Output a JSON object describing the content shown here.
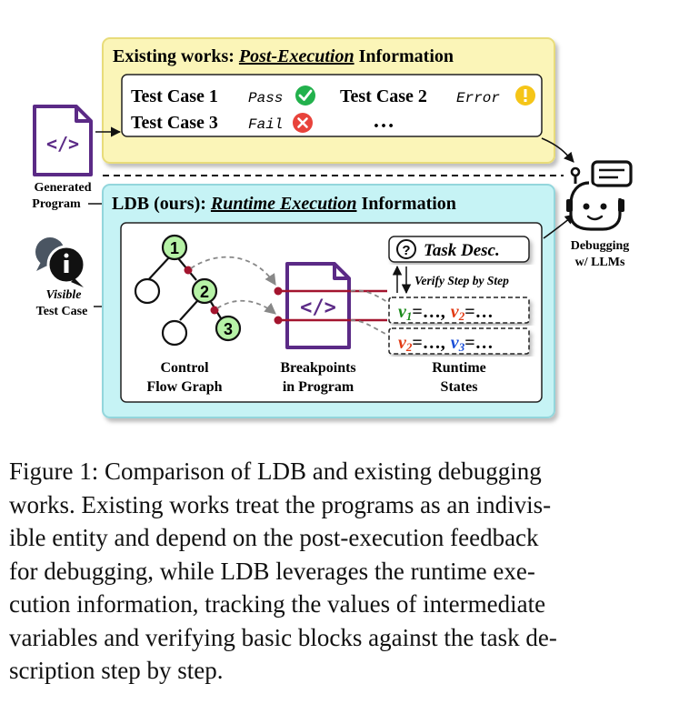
{
  "existing": {
    "title_prefix": "Existing works: ",
    "title_emph": "Post-Execution",
    "title_suffix": " Information",
    "cases": [
      {
        "label": "Test Case 1",
        "status": "Pass"
      },
      {
        "label": "Test Case 2",
        "status": "Error"
      },
      {
        "label": "Test Case 3",
        "status": "Fail"
      }
    ],
    "more": "…"
  },
  "ldb": {
    "title_prefix": "LDB (ours): ",
    "title_emph": "Runtime Execution",
    "title_suffix": " Information",
    "nodes": [
      "1",
      "2",
      "3"
    ],
    "cfg_label": [
      "Control",
      "Flow Graph"
    ],
    "breakpoints_label": [
      "Breakpoints",
      "in Program"
    ],
    "states_label": [
      "Runtime",
      "States"
    ],
    "task_desc": "Task Desc.",
    "verify": "Verify Step by Step",
    "state_rows": [
      {
        "a_name": "v",
        "a_sub": "1",
        "a_color": "#1a8a1a",
        "b_name": "v",
        "b_sub": "2",
        "b_color": "#e23a14"
      },
      {
        "a_name": "v",
        "a_sub": "2",
        "a_color": "#e23a14",
        "b_name": "v",
        "b_sub": "3",
        "b_color": "#1b4fd8"
      }
    ],
    "equals_dots": "=…,",
    "equals_dots_end": "=…"
  },
  "side_labels": {
    "generated_program": [
      "Generated",
      "Program"
    ],
    "visible_test_case": [
      "Visible",
      "Test Case"
    ],
    "debugging": [
      "Debugging",
      "w/ LLMs"
    ]
  },
  "caption": [
    "Figure 1: Comparison of LDB and existing debugging",
    "works. Existing works treat the programs as an indivis-",
    "ible entity and depend on the post-execution feedback",
    "for debugging, while LDB leverages the runtime exe-",
    "cution information, tracking the values of intermediate",
    "variables and verifying basic blocks against the task de-",
    "scription step by step."
  ],
  "colors": {
    "existing_bg": "#fbf5b8",
    "existing_border": "#e8dc7a",
    "ldb_bg": "#c6f3f5",
    "ldb_border": "#93d6dc",
    "node_green": "#b6f2a6",
    "breakpoint": "#a3142e",
    "program_purple": "#5b2a86",
    "pass_green": "#22b14c",
    "error_yellow": "#f5c518",
    "fail_red": "#e8433b"
  },
  "icons": [
    "code-file-icon",
    "chat-bubbles-icon",
    "robot-icon",
    "check-icon",
    "exclamation-icon",
    "cross-icon",
    "question-icon"
  ]
}
